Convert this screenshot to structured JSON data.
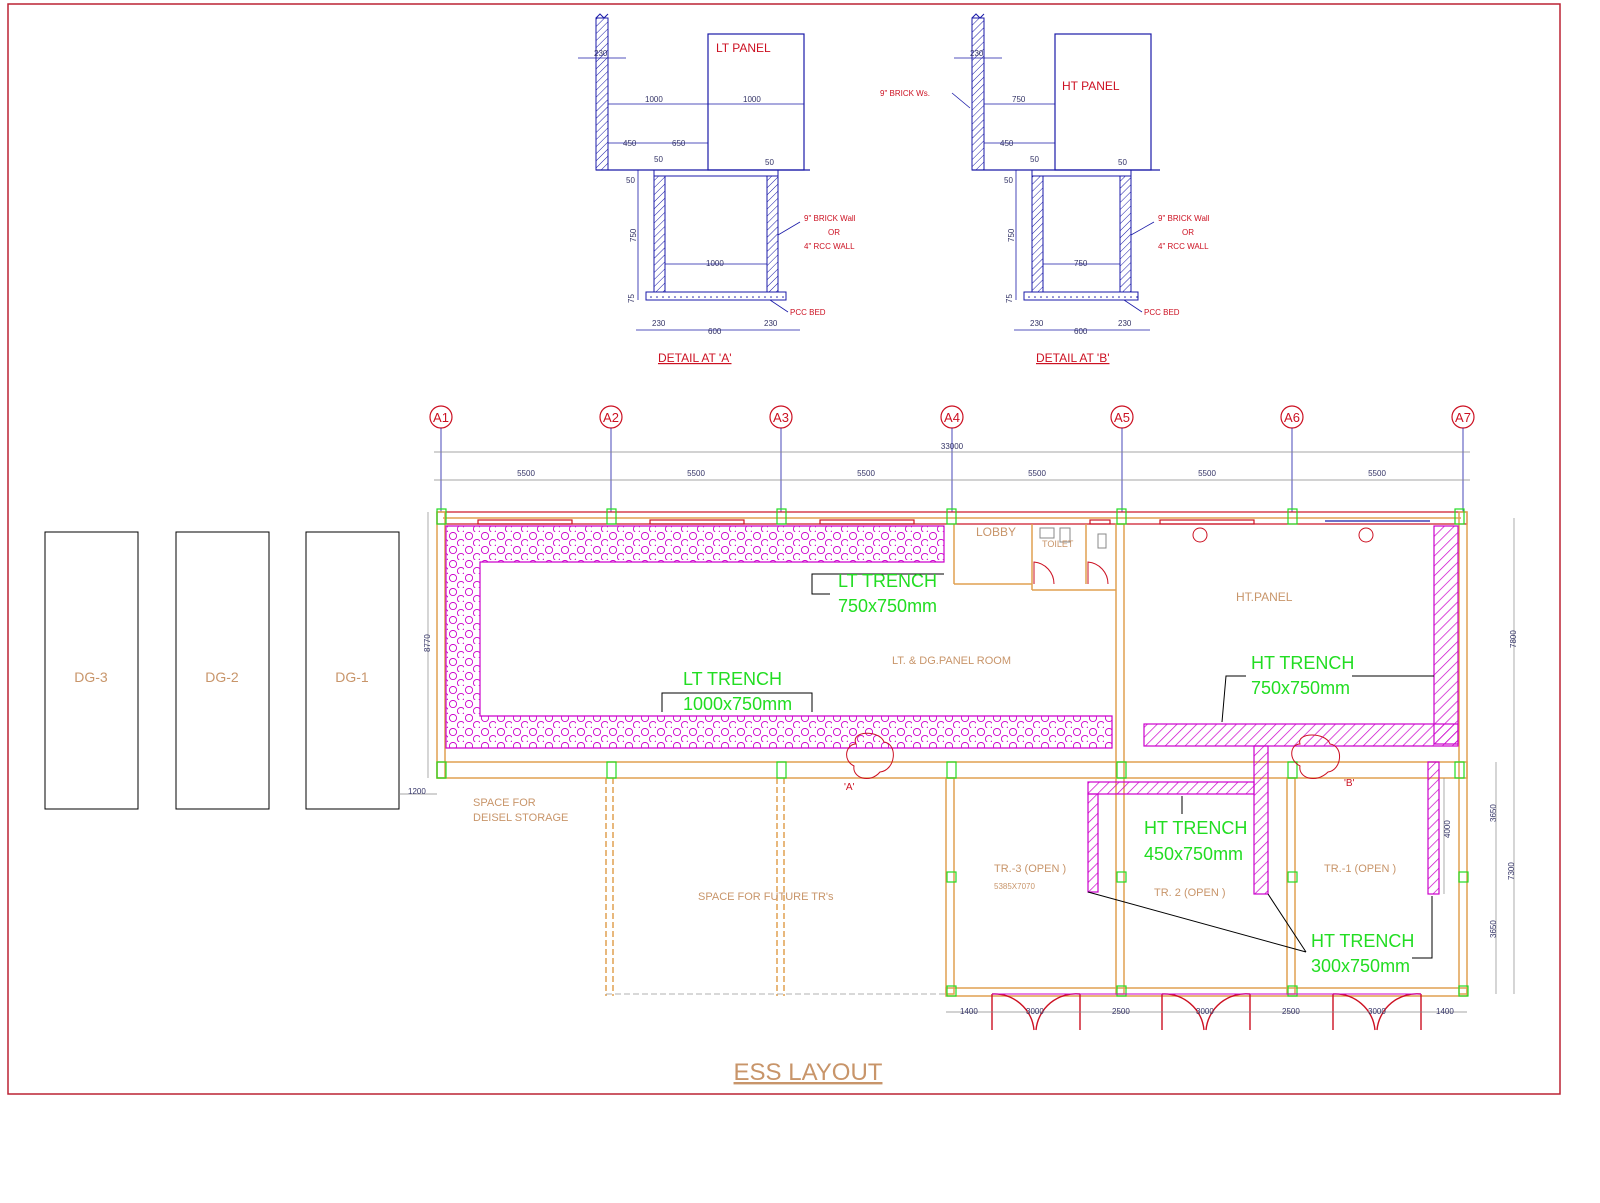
{
  "title": "ESS LAYOUT",
  "details": {
    "a": {
      "title": "DETAIL AT 'A'",
      "panel": "LT PANEL",
      "wall_note": [
        "9\" BRICK Wall",
        "OR",
        "4\" RCC WALL"
      ],
      "bed_note": "PCC BED",
      "dims": {
        "top": "230",
        "left": "1000",
        "right": "1000",
        "d450": "450",
        "d650": "650",
        "d50a": "50",
        "d50b": "50",
        "d50c": "50",
        "height": "750",
        "inner": "1000",
        "base": "75",
        "b230a": "230",
        "b600": "600",
        "b230b": "230"
      }
    },
    "b": {
      "title": "DETAIL AT 'B'",
      "panel": "HT PANEL",
      "brick_note": "9\" BRICK Ws.",
      "wall_note": [
        "9\" BRICK Wall",
        "OR",
        "4\" RCC WALL"
      ],
      "bed_note": "PCC BED",
      "dims": {
        "top": "230",
        "left": "750",
        "d450": "450",
        "d50a": "50",
        "d50b": "50",
        "d50c": "50",
        "height": "750",
        "inner": "750",
        "base": "75",
        "b230a": "230",
        "b600": "600",
        "b230b": "230"
      }
    }
  },
  "grid": {
    "axes": [
      "A1",
      "A2",
      "A3",
      "A4",
      "A5",
      "A6",
      "A7"
    ],
    "total": "33000",
    "spans": [
      "5500",
      "5500",
      "5500",
      "5500",
      "5500",
      "5500"
    ],
    "left_dim": "8770",
    "right_dims": [
      "7800",
      "3650",
      "7300",
      "3650",
      "4000"
    ],
    "bottom_dims": [
      "1400",
      "3000",
      "2500",
      "3000",
      "2500",
      "3000",
      "1400"
    ],
    "dg_gap": "1200"
  },
  "rooms": {
    "lobby": "LOBBY",
    "toilet": "TOILET",
    "lt_room": "LT. & DG.PANEL ROOM",
    "ht_panel": "HT.PANEL",
    "tr3": "TR.-3 (OPEN )",
    "tr3_size": "5385X7070",
    "tr2": "TR. 2 (OPEN )",
    "tr1": "TR.-1 (OPEN )",
    "future": "SPACE FOR FUTURE TR's",
    "diesel": [
      "SPACE FOR",
      "DEISEL STORAGE"
    ],
    "marker_a": "'A'",
    "marker_b": "'B'"
  },
  "generators": [
    "DG-3",
    "DG-2",
    "DG-1"
  ],
  "trenches": {
    "lt1": {
      "name": "LT TRENCH",
      "size": "750x750mm"
    },
    "lt2": {
      "name": "LT TRENCH",
      "size": "1000x750mm"
    },
    "ht1": {
      "name": "HT TRENCH",
      "size": "750x750mm"
    },
    "ht2": {
      "name": "HT TRENCH",
      "size": "450x750mm"
    },
    "ht3": {
      "name": "HT TRENCH",
      "size": "300x750mm"
    }
  },
  "colors": {
    "wall": "#e0a050",
    "red": "#cc1122",
    "blue": "#1a1aa8",
    "magenta": "#cc00cc",
    "green": "#22dd22",
    "label": "#c8956a"
  }
}
